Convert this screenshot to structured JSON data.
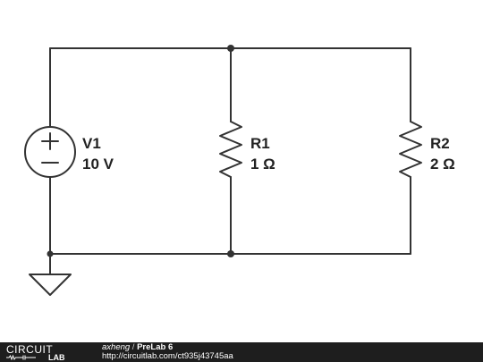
{
  "components": {
    "v1": {
      "name": "V1",
      "value": "10 V"
    },
    "r1": {
      "name": "R1",
      "value": "1 Ω"
    },
    "r2": {
      "name": "R2",
      "value": "2 Ω"
    }
  },
  "footer": {
    "logo_top": "CIRCUIT",
    "logo_bottom": "LAB",
    "author": "axheng",
    "separator": " / ",
    "title": "PreLab 6",
    "url": "http://circuitlab.com/ct935j43745aa"
  },
  "colors": {
    "wire": "#333333",
    "footer_bg": "#1e1e1e",
    "label": "#222222"
  }
}
